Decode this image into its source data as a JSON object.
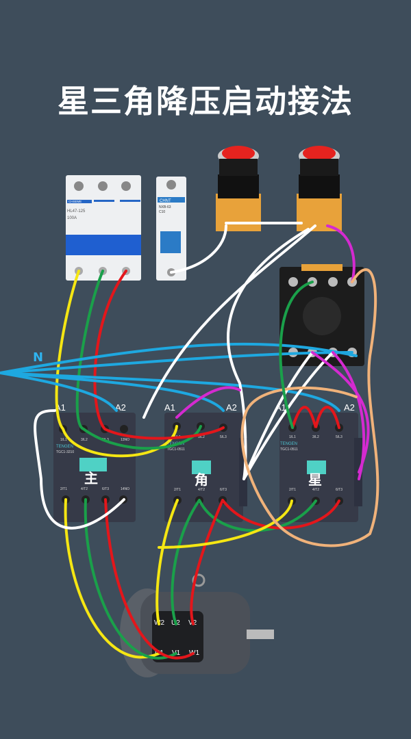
{
  "title": "星三角降压启动接法",
  "neutral_label": "N",
  "breaker_3p": {
    "brand": "CHSEME",
    "model": "HL47-125",
    "rating": "100A"
  },
  "breaker_1p": {
    "brand": "CHNT",
    "model": "NXB-63",
    "rating": "C10"
  },
  "contactors": [
    {
      "name": "主",
      "brand": "TENGEN",
      "model": "TGC1-3210",
      "a1": "A1",
      "a2": "A2",
      "top": [
        "1/L1",
        "3/L2",
        "5/L3",
        "13NO"
      ],
      "bottom": [
        "2/T1",
        "4/T2",
        "6/T3",
        "14NO"
      ]
    },
    {
      "name": "角",
      "brand": "TENGEN",
      "model": "TGC1-0511",
      "a1": "A1",
      "a2": "A2",
      "top": [
        "1/L1",
        "3/L2",
        "5/L3"
      ],
      "bottom": [
        "2/T1",
        "4/T2",
        "6/T3"
      ]
    },
    {
      "name": "星",
      "brand": "TENGEN",
      "model": "TGC1-0511",
      "a1": "A1",
      "a2": "A2",
      "top": [
        "1/L1",
        "3/L2",
        "5/L3"
      ],
      "bottom": [
        "2/T1",
        "4/T2",
        "6/T3"
      ]
    }
  ],
  "motor": {
    "top": [
      "W2",
      "U2",
      "V2"
    ],
    "bottom": [
      "U1",
      "V1",
      "W1"
    ]
  },
  "colors": {
    "background": "#3e4d5b",
    "yellow": "#f5e613",
    "green": "#1aa04a",
    "red": "#e3161b",
    "blue": "#1ea8e0",
    "white": "#ffffff",
    "magenta": "#d42ad0",
    "tan": "#f0b27a"
  }
}
